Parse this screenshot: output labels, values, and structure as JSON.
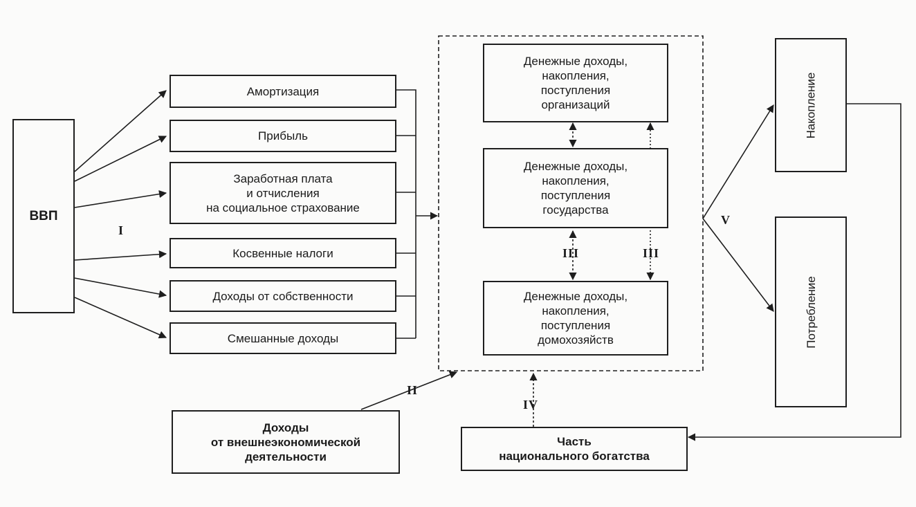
{
  "gdp": "ВВП",
  "components": [
    "Амортизация",
    "Прибыль",
    "Заработная плата\nи отчисления\nна социальное страхование",
    "Косвенные налоги",
    "Доходы от собственности",
    "Смешанные доходы"
  ],
  "sectors": {
    "organizations": "Денежные доходы,\nнакопления,\nпоступления\nорганизаций",
    "state": "Денежные доходы,\nнакопления,\nпоступления\nгосударства",
    "households": "Денежные доходы,\nнакопления,\nпоступления\nдомохозяйств"
  },
  "uses": {
    "accumulation": "Накопление",
    "consumption": "Потребление"
  },
  "foreign_income": "Доходы\nот внешнеэкономической\nдеятельности",
  "national_wealth": "Часть\nнационального богатства",
  "stage_labels": {
    "I": "I",
    "II": "II",
    "III_left": "III",
    "III_right": "III",
    "IV": "IV",
    "V": "V"
  }
}
